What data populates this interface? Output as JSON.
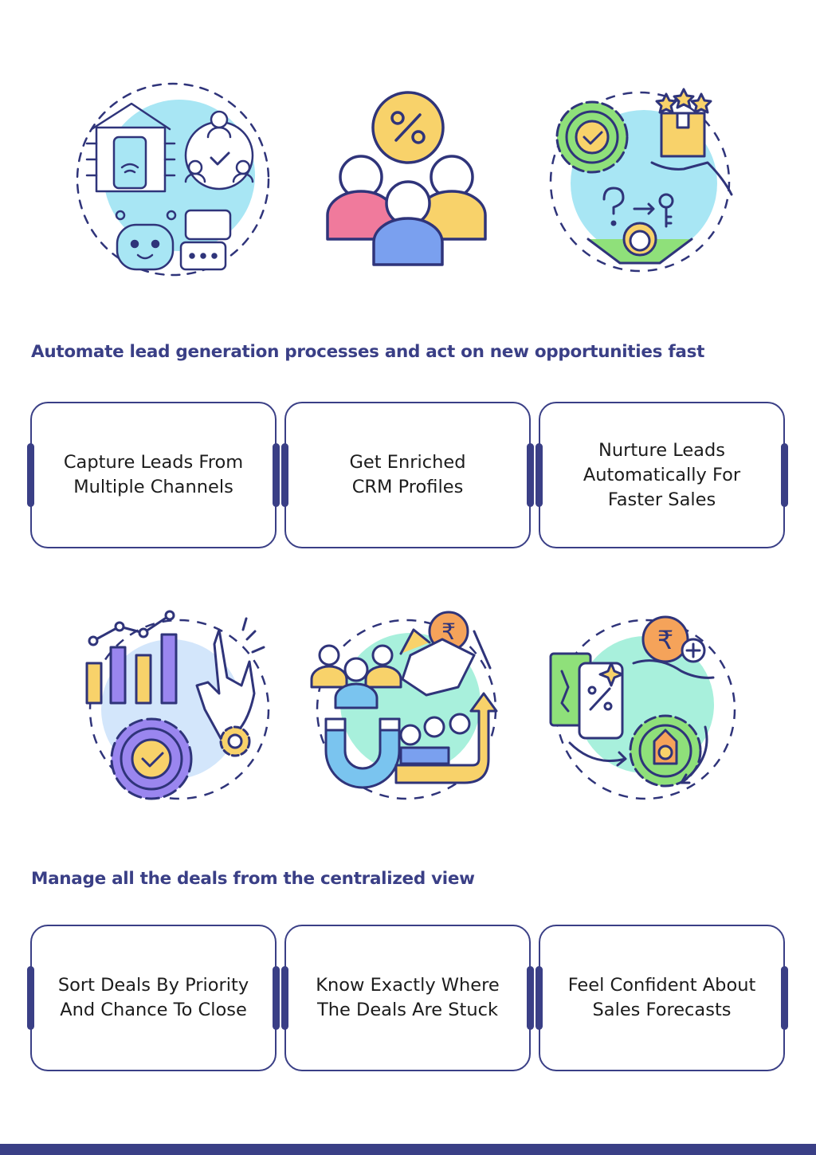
{
  "section1": {
    "heading": "Automate lead generation processes and act on new opportunities fast",
    "cards": [
      {
        "line1": "Capture Leads From",
        "line2": "Multiple Channels",
        "line3": ""
      },
      {
        "line1": "Get Enriched",
        "line2": "CRM Profiles",
        "line3": ""
      },
      {
        "line1": "Nurture Leads",
        "line2": "Automatically For",
        "line3": "Faster Sales"
      }
    ],
    "icons": [
      "smart-home-chatbot-icon",
      "percent-people-group-icon",
      "rewards-gear-key-icon"
    ]
  },
  "section2": {
    "heading": "Manage all the deals from the centralized view",
    "cards": [
      {
        "line1": "Sort Deals By Priority",
        "line2": "And Chance To Close",
        "line3": ""
      },
      {
        "line1": "Know Exactly Where",
        "line2": "The Deals Are Stuck",
        "line3": ""
      },
      {
        "line1": "Feel Confident About",
        "line2": "Sales Forecasts",
        "line3": ""
      }
    ],
    "icons": [
      "bar-chart-gear-icon",
      "handshake-magnet-growth-icon",
      "rupee-phone-discount-icon"
    ],
    "rupee_symbol": "₹"
  },
  "colors": {
    "accent": "#3a3f86",
    "card_border": "#3a3f86",
    "light_blue": "#a8e6f4",
    "pink": "#f07a9c",
    "yellow": "#f8d26a",
    "blue": "#7aa0ef",
    "green": "#8fe07a",
    "purple": "#9a86ef",
    "orange": "#f5a35a"
  }
}
